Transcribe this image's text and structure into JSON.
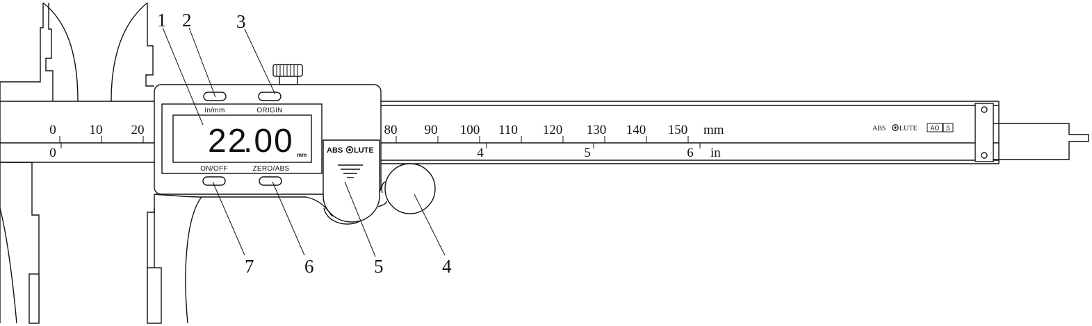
{
  "display": {
    "reading_int": "22",
    "reading_dec": ".00",
    "unit": "mm"
  },
  "buttons": {
    "in_mm": "In/mm",
    "origin": "ORIGIN",
    "on_off": "ON/OFF",
    "zero_abs": "ZERO/ABS"
  },
  "branding": {
    "badge": "ABS",
    "badge_tail": "LUTE",
    "beam_mark": "ABS",
    "beam_mark_tail": "LUTE",
    "beam_box1": "AO",
    "beam_box2": "S"
  },
  "main_scale": {
    "unit": "mm",
    "labels": [
      "0",
      "10",
      "20",
      "80",
      "90",
      "100",
      "110",
      "120",
      "130",
      "140",
      "150"
    ]
  },
  "inch_scale": {
    "unit": "in",
    "labels": [
      "0",
      "4",
      "5",
      "6"
    ]
  },
  "callouts": [
    "1",
    "2",
    "3",
    "4",
    "5",
    "6",
    "7"
  ]
}
